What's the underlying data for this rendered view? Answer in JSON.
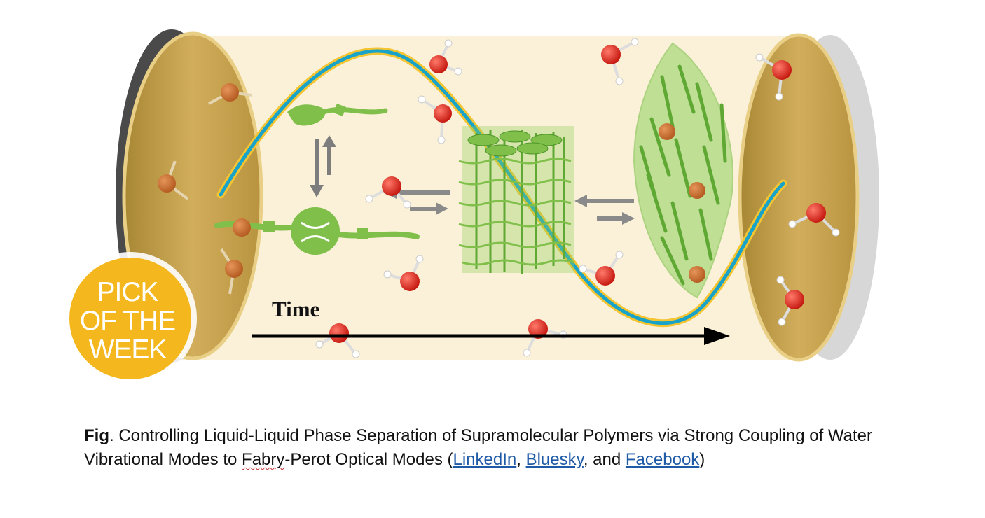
{
  "figure": {
    "badge": {
      "lines": [
        "PICK",
        "OF THE",
        "WEEK"
      ],
      "color": "#f4b81e"
    },
    "time_label": "Time"
  },
  "caption": {
    "lead": "Fig",
    "text_part1": ". Controlling Liquid-Liquid Phase Separation of Supramolecular Polymers via Strong Coupling of Water Vibrational Modes to ",
    "fabry": "Fabry",
    "text_part2": "-Perot Optical Modes (",
    "links": [
      {
        "label": "LinkedIn"
      },
      {
        "label": "Bluesky"
      },
      {
        "label": "Facebook"
      }
    ],
    "sep1": ", ",
    "sep2": ", and ",
    "close": ")"
  },
  "colors": {
    "cavity_fill": "#fbf1d8",
    "mirror": "#c9a24e",
    "wave_outer": "#f5c431",
    "wave_inner": "#1aa3c8",
    "polymer": "#7fbf4a",
    "water_oxygen": "#e0261b",
    "link": "#1f5aa6"
  }
}
